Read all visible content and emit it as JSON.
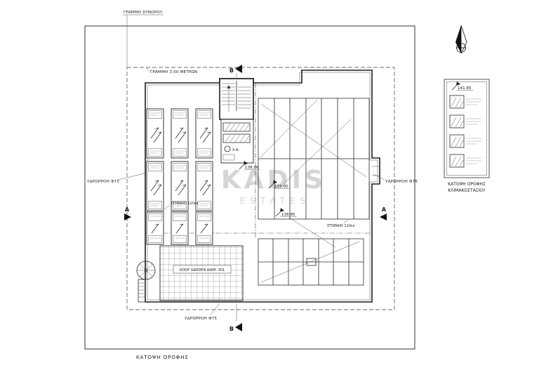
{
  "sheet": {
    "title": "ΚΑΤΟΨΗ ΟΡΟΦΗΣ"
  },
  "plan": {
    "boundary_label": "ΓΡΑΜΜΗ ΣΥΝΟΡΟΥ",
    "setback_label": "ΓΡΑΜΜΗ 3.00 ΜΕΤΡΩΝ",
    "section_b": "B",
    "section_a": "A",
    "downspout_label": "ΥΔΡΟΡΡΟΗ Φ75",
    "parapet_label": "ΣΤΗΘΑΙΟ 110εκ",
    "roof_garden_label": "ROOF GARDEN ΔΙΑΜ. 301",
    "machine_room_label": "Χ.Α.",
    "elevations": {
      "stair_landing": "138.86",
      "main_roof": "133.00",
      "lower_roof": "138.85"
    }
  },
  "side_drawing": {
    "elevation": "141.85",
    "caption_line1": "ΚΑΤΟΨΗ ΟΡΟΦΗΣ",
    "caption_line2": "ΚΛΙΜΑΚΟΣΤΑΣΙΟΥ"
  },
  "watermark": {
    "line1": "KADIS",
    "line2": "ESTATES"
  },
  "colors": {
    "line": "#2b2b2b",
    "watermark": "#cbcbcb"
  }
}
